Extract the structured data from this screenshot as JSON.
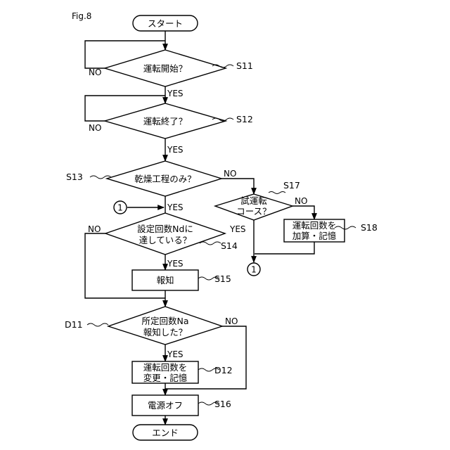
{
  "figure_label": "Fig.8",
  "nodes": {
    "start": "スタート",
    "s11": "運転開始？",
    "s12": "運転終了？",
    "s13": "乾燥工程のみ？",
    "s17_line1": "試運転",
    "s17_line2": "コース？",
    "s18_line1": "運転回数を",
    "s18_line2": "加算・記憶",
    "s14_line1": "設定回数Ndに",
    "s14_line2": "達している？",
    "s15": "報知",
    "d11_line1": "所定回数Na",
    "d11_line2": "報知した？",
    "d12_line1": "運転回数を",
    "d12_line2": "変更・記憶",
    "s16": "電源オフ",
    "end": "エンド"
  },
  "step_labels": {
    "s11": "S11",
    "s12": "S12",
    "s13": "S13",
    "s14": "S14",
    "s15": "S15",
    "s16": "S16",
    "s17": "S17",
    "s18": "S18",
    "d11": "D11",
    "d12": "D12"
  },
  "branch_labels": {
    "yes": "YES",
    "no": "NO"
  },
  "connector_label": "1"
}
